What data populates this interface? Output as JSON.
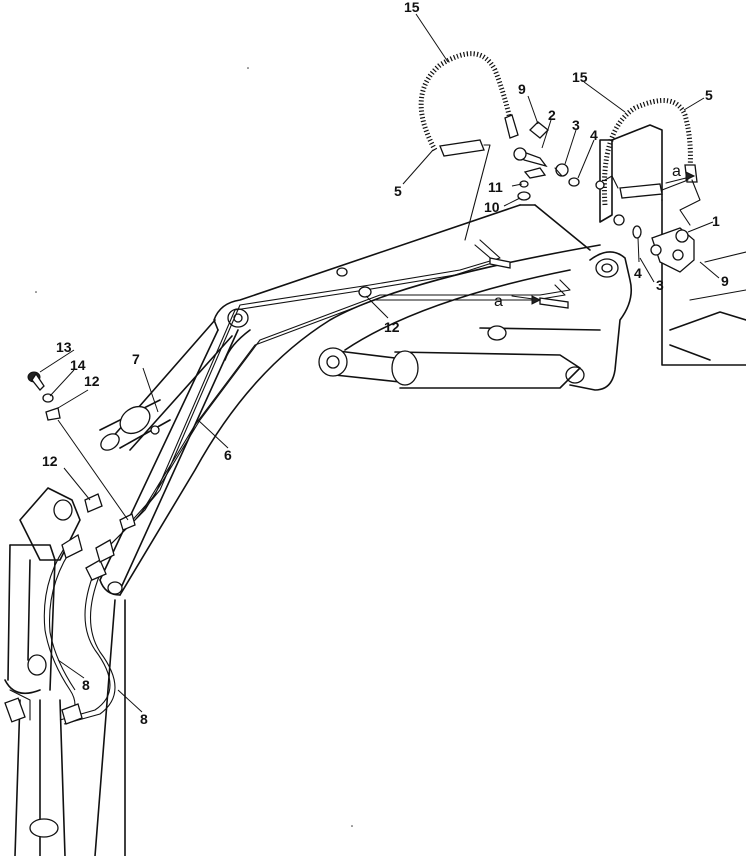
{
  "callouts": [
    {
      "id": "c15a",
      "text": "15"
    },
    {
      "id": "c15b",
      "text": "15"
    },
    {
      "id": "c5a",
      "text": "5"
    },
    {
      "id": "c5b",
      "text": "5"
    },
    {
      "id": "c9a",
      "text": "9"
    },
    {
      "id": "c9b",
      "text": "9"
    },
    {
      "id": "c2",
      "text": "2"
    },
    {
      "id": "c3a",
      "text": "3"
    },
    {
      "id": "c3b",
      "text": "3"
    },
    {
      "id": "c4a",
      "text": "4"
    },
    {
      "id": "c4b",
      "text": "4"
    },
    {
      "id": "c11",
      "text": "11"
    },
    {
      "id": "c10",
      "text": "10"
    },
    {
      "id": "c1",
      "text": "1"
    },
    {
      "id": "ca1",
      "text": "a"
    },
    {
      "id": "ca2",
      "text": "a"
    },
    {
      "id": "c12a",
      "text": "12"
    },
    {
      "id": "c12b",
      "text": "12"
    },
    {
      "id": "c12c",
      "text": "12"
    },
    {
      "id": "c13",
      "text": "13"
    },
    {
      "id": "c14",
      "text": "14"
    },
    {
      "id": "c7",
      "text": "7"
    },
    {
      "id": "c6",
      "text": "6"
    },
    {
      "id": "c8a",
      "text": "8"
    },
    {
      "id": "c8b",
      "text": "8"
    }
  ]
}
